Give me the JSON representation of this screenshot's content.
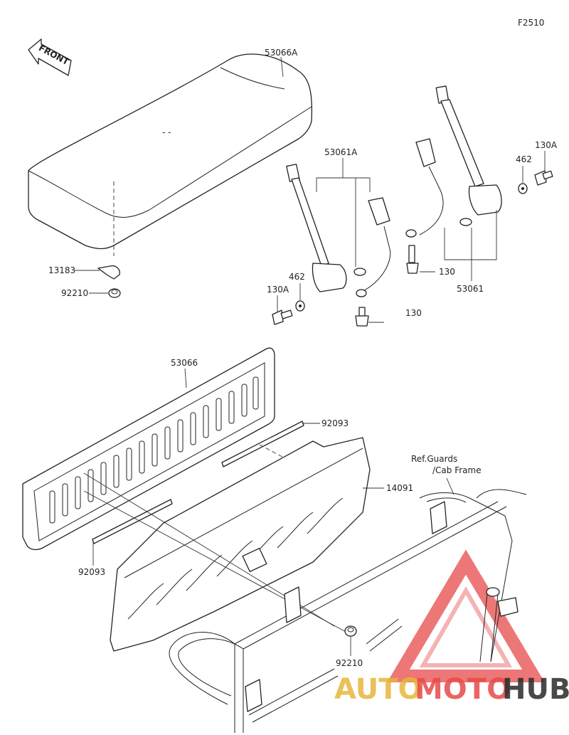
{
  "figure_code": "F2510",
  "front_label": "FRONT",
  "ref_note": [
    "Ref.Guards",
    "/Cab Frame"
  ],
  "parts": {
    "seat_cushion": "53066A",
    "seat_back": "53066",
    "belt_left": "53061A",
    "belt_right": "53061",
    "clamp": "13183",
    "nut_left": "92210",
    "nut_right": "92210",
    "spacer_upper": "92093",
    "spacer_lower": "92093",
    "panel": "14091",
    "washer_left": "462",
    "washer_right": "462",
    "bolt_left": "130A",
    "bolt_right": "130A",
    "bolt_center": "130",
    "bolt_lower": "130"
  },
  "watermark": {
    "prefix": "AUTO",
    "middle": "MOTO",
    "suffix": "HUB",
    "color_accent": "#e84a4a",
    "color_gold": "#e7b73c",
    "color_dark": "#2a2a2a"
  }
}
